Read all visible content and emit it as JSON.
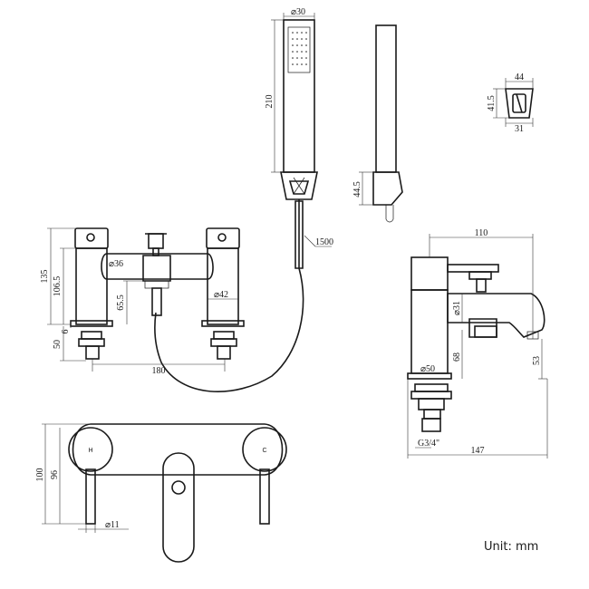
{
  "unit_note": "Unit: mm",
  "hand_shower": {
    "diameter": "⌀30",
    "length": "210",
    "hose_length": "1500",
    "holder_height": "44.5"
  },
  "wall_bracket": {
    "width": "44",
    "height": "41.5",
    "depth": "31"
  },
  "mixer_front": {
    "height_total": "135",
    "height_body": "106.5",
    "height_spout": "65.5",
    "height_flange": "6",
    "height_shank": "50",
    "centres": "180",
    "body_diameter": "⌀36",
    "handle_diameter": "⌀42"
  },
  "mixer_side": {
    "depth_handle": "110",
    "spout_diameter": "⌀31",
    "base_diameter": "⌀50",
    "spout_height": "68",
    "outlet_height": "53",
    "thread": "G3/4\"",
    "depth_total": "147"
  },
  "mixer_top": {
    "hot_label": "H",
    "cold_label": "C",
    "depth_total": "100",
    "depth_handle": "96",
    "lever_diameter": "⌀11"
  }
}
